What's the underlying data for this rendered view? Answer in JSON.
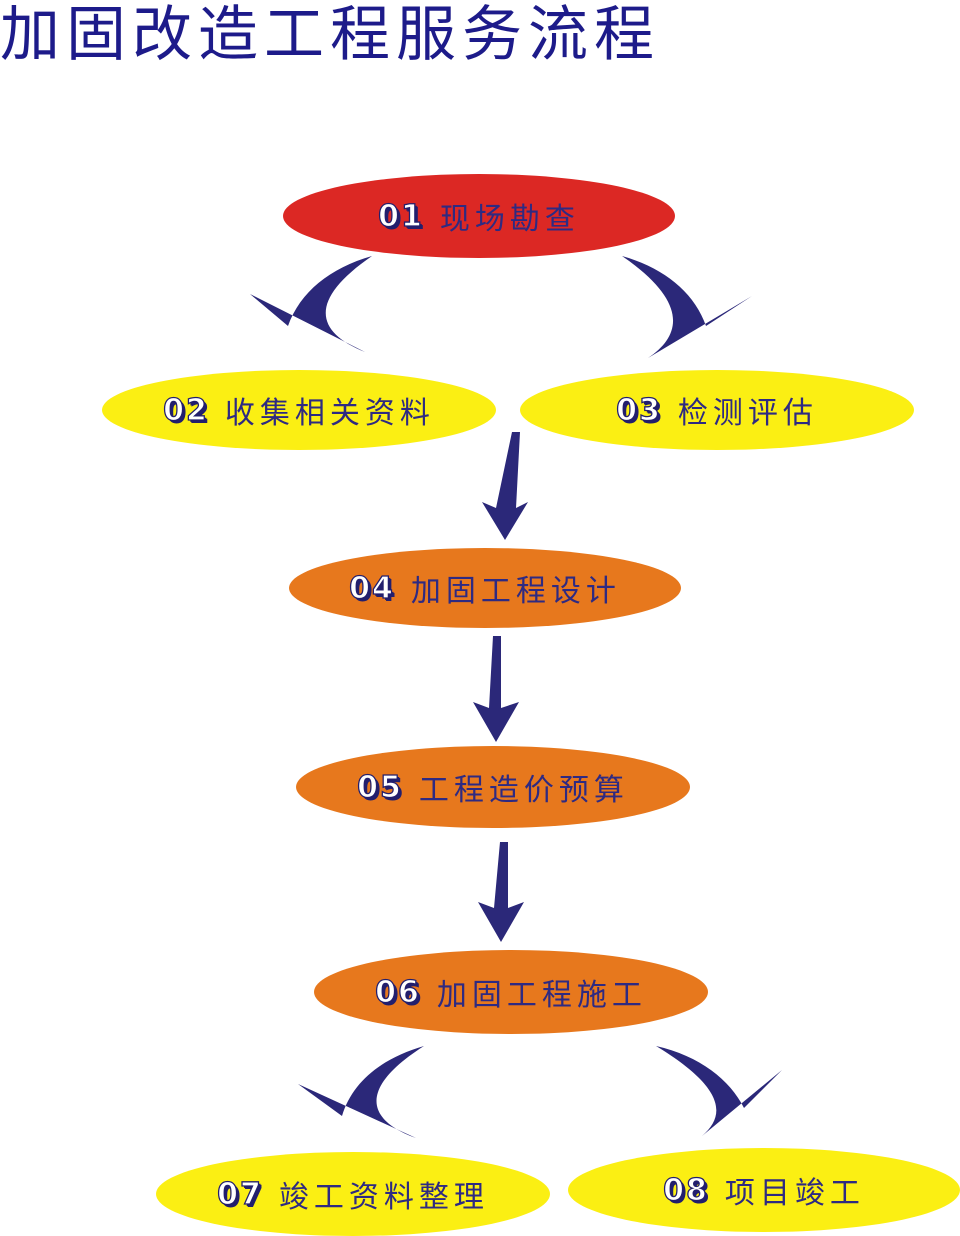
{
  "title": "加固改造工程服务流程",
  "colors": {
    "title": "#1d1b8a",
    "arrow": "#2b2879",
    "text": "#2e2a82",
    "red": "#dc2824",
    "yellow": "#fbef13",
    "orange": "#e7781d"
  },
  "steps": [
    {
      "num": "01",
      "label": "现场勘查",
      "color": "red"
    },
    {
      "num": "02",
      "label": "收集相关资料",
      "color": "yellow"
    },
    {
      "num": "03",
      "label": "检测评估",
      "color": "yellow"
    },
    {
      "num": "04",
      "label": "加固工程设计",
      "color": "orange"
    },
    {
      "num": "05",
      "label": "工程造价预算",
      "color": "orange"
    },
    {
      "num": "06",
      "label": "加固工程施工",
      "color": "orange"
    },
    {
      "num": "07",
      "label": "竣工资料整理",
      "color": "yellow"
    },
    {
      "num": "08",
      "label": "项目竣工",
      "color": "yellow"
    }
  ],
  "connections": [
    {
      "from": "01",
      "to": "02"
    },
    {
      "from": "01",
      "to": "03"
    },
    {
      "from": "02",
      "to": "04"
    },
    {
      "from": "04",
      "to": "05"
    },
    {
      "from": "05",
      "to": "06"
    },
    {
      "from": "06",
      "to": "07"
    },
    {
      "from": "06",
      "to": "08"
    }
  ]
}
